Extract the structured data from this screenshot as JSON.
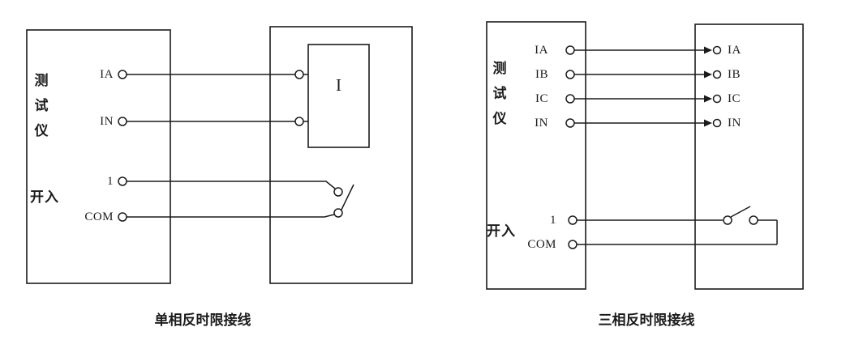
{
  "left_diagram": {
    "tester_label": "测\n试\n仪",
    "input_label": "开入",
    "source_terminals": [
      "IA",
      "IN"
    ],
    "switch_terminals": [
      "1",
      "COM"
    ],
    "relay_label": "I",
    "caption": "单相反时限接线"
  },
  "right_diagram": {
    "tester_label": "测\n试\n仪",
    "input_label": "开入",
    "source_terminals": [
      "IA",
      "IB",
      "IC",
      "IN"
    ],
    "switch_terminals": [
      "1",
      "COM"
    ],
    "dest_terminals": [
      "IA",
      "IB",
      "IC",
      "IN"
    ],
    "caption": "三相反时限接线"
  }
}
